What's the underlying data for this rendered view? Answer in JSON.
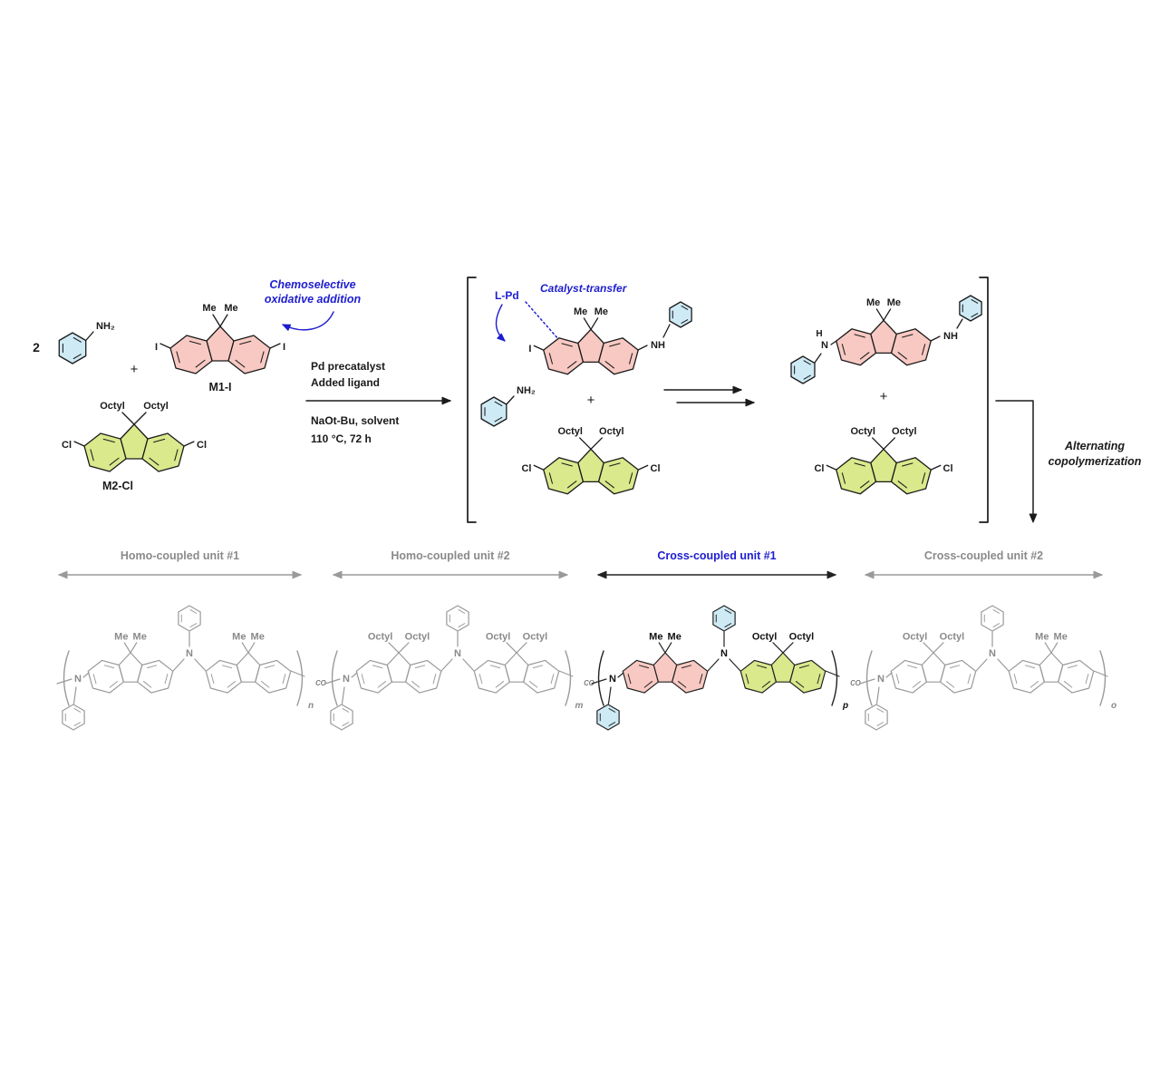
{
  "colors": {
    "pink": "#f8c9c3",
    "green": "#d9e98c",
    "blue_fill": "#cdeaf5",
    "blue_text": "#1d1dcf",
    "gray_stroke": "#9a9a9a",
    "gray_text": "#8a8a8a",
    "black": "#1a1a1a"
  },
  "atoms": {
    "me": "Me",
    "octyl": "Octyl",
    "cl": "Cl",
    "iodo": "I",
    "nh2": "NH₂",
    "nh": "NH",
    "n": "N",
    "h": "H"
  },
  "scheme": {
    "stoichiometry": "2",
    "plus": "+",
    "monomer1_label": "M1-I",
    "monomer2_label": "M2-Cl",
    "annotation_chemoselective_line1": "Chemoselective",
    "annotation_chemoselective_line2": "oxidative addition",
    "conditions_line1": "Pd precatalyst",
    "conditions_line2": "Added ligand",
    "conditions_line3": "NaOt-Bu, solvent",
    "conditions_line4": "110 °C, 72 h",
    "lpd_label": "L-Pd",
    "annotation_catalyst_transfer": "Catalyst-transfer",
    "annotation_alternating_line1": "Alternating",
    "annotation_alternating_line2": "copolymerization"
  },
  "polymer": {
    "co_label": "co",
    "units": [
      {
        "label": "Homo-coupled unit #1",
        "subscript": "n",
        "highlighted": false
      },
      {
        "label": "Homo-coupled unit #2",
        "subscript": "m",
        "highlighted": false
      },
      {
        "label": "Cross-coupled unit #1",
        "subscript": "p",
        "highlighted": true
      },
      {
        "label": "Cross-coupled unit #2",
        "subscript": "o",
        "highlighted": false
      }
    ]
  }
}
